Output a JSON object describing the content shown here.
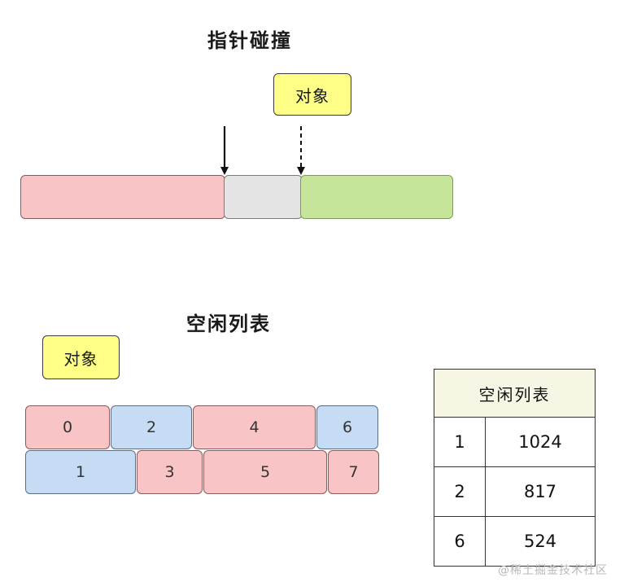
{
  "bump_pointer": {
    "title": "指针碰撞",
    "object_label": "对象"
  },
  "free_list": {
    "title": "空闲列表",
    "object_label": "对象",
    "row1_blocks": [
      {
        "label": "0",
        "color": "pink"
      },
      {
        "label": "2",
        "color": "blue"
      },
      {
        "label": "4",
        "color": "pink"
      },
      {
        "label": "6",
        "color": "blue"
      }
    ],
    "row2_blocks": [
      {
        "label": "1",
        "color": "blue"
      },
      {
        "label": "3",
        "color": "pink"
      },
      {
        "label": "5",
        "color": "pink"
      },
      {
        "label": "7",
        "color": "pink"
      }
    ],
    "table": {
      "header": "空闲列表",
      "rows": [
        {
          "index": "1",
          "size": "1024"
        },
        {
          "index": "2",
          "size": "817"
        },
        {
          "index": "6",
          "size": "524"
        }
      ]
    }
  },
  "colors": {
    "used": "#f8c4c6",
    "free": "#c6dcf4",
    "current": "#e4e4e4",
    "remaining": "#c7e49b",
    "object": "#ffff88"
  },
  "watermark": "@稀土掘金技术社区"
}
